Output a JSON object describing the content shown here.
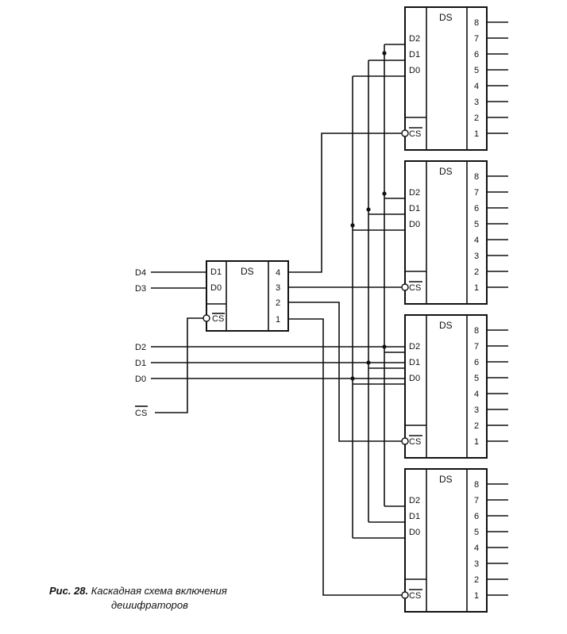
{
  "diagram": {
    "main_decoder": {
      "title": "DS",
      "inputs": [
        "D1",
        "D0"
      ],
      "enable": "CS",
      "outputs": [
        "4",
        "3",
        "2",
        "1"
      ]
    },
    "main_inputs": [
      "D4",
      "D3"
    ],
    "bus_inputs": [
      "D2",
      "D1",
      "D0"
    ],
    "cs_input": "CS",
    "sub_decoders": [
      {
        "title": "DS",
        "inputs": [
          "D2",
          "D1",
          "D0"
        ],
        "enable": "CS",
        "outputs": [
          "8",
          "7",
          "6",
          "5",
          "4",
          "3",
          "2",
          "1"
        ]
      },
      {
        "title": "DS",
        "inputs": [
          "D2",
          "D1",
          "D0"
        ],
        "enable": "CS",
        "outputs": [
          "8",
          "7",
          "6",
          "5",
          "4",
          "3",
          "2",
          "1"
        ]
      },
      {
        "title": "DS",
        "inputs": [
          "D2",
          "D1",
          "D0"
        ],
        "enable": "CS",
        "outputs": [
          "8",
          "7",
          "6",
          "5",
          "4",
          "3",
          "2",
          "1"
        ]
      },
      {
        "title": "DS",
        "inputs": [
          "D2",
          "D1",
          "D0"
        ],
        "enable": "CS",
        "outputs": [
          "8",
          "7",
          "6",
          "5",
          "4",
          "3",
          "2",
          "1"
        ]
      }
    ]
  },
  "caption": {
    "number": "Рис. 28.",
    "line1": "Каскадная схема включения",
    "line2": "дешифраторов"
  }
}
